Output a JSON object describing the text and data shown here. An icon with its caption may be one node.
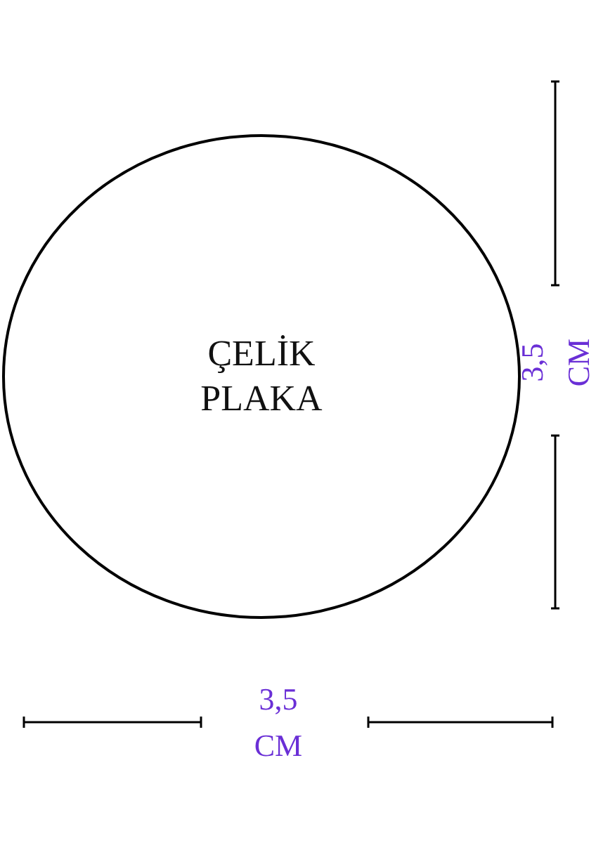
{
  "diagram": {
    "nodes": [
      {
        "text": [
          "ÇELİK PLAKA"
        ]
      }
    ],
    "labels": [
      "3,5 CM",
      "3,5 CM"
    ]
  }
}
